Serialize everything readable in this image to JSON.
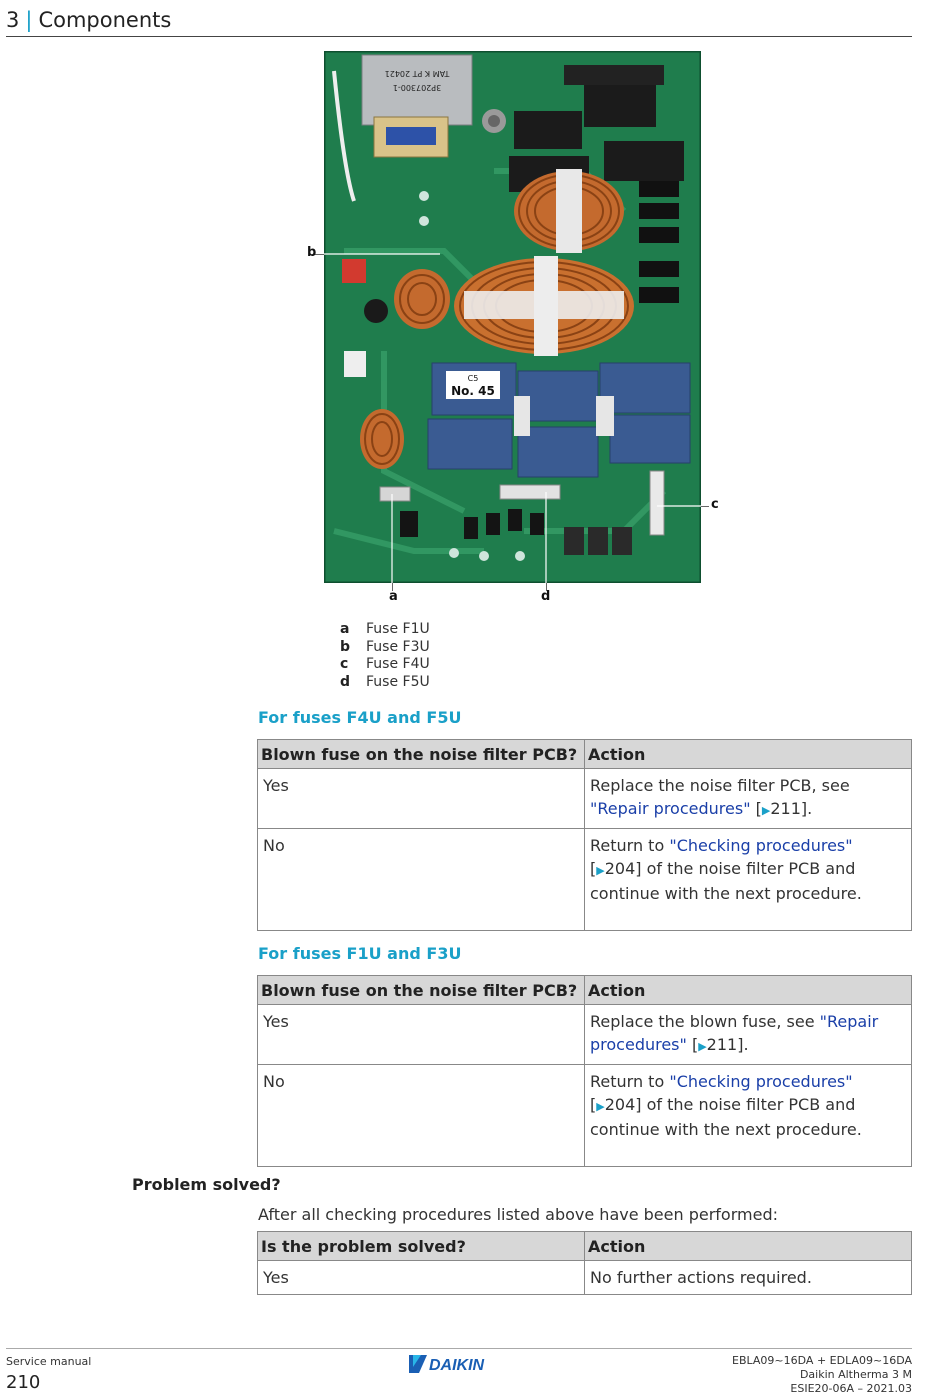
{
  "header": {
    "section_number": "3",
    "separator": "|",
    "section_title": "Components"
  },
  "photo": {
    "callouts": {
      "a": "a",
      "b": "b",
      "c": "c",
      "d": "d"
    },
    "printed_text": {
      "transformer_line1": "TAM K PT 20421",
      "transformer_line2": "3P207300-1",
      "cap_label1": "C5",
      "cap_label2": "No. 45"
    }
  },
  "legend": [
    {
      "key": "a",
      "label": "Fuse F1U"
    },
    {
      "key": "b",
      "label": "Fuse F3U"
    },
    {
      "key": "c",
      "label": "Fuse F4U"
    },
    {
      "key": "d",
      "label": "Fuse F5U"
    }
  ],
  "section1": {
    "title": "For fuses F4U and F5U",
    "col1": "Blown fuse on the noise filter PCB?",
    "col2": "Action",
    "row1": {
      "q": "Yes",
      "pre": "Replace the noise filter PCB, see ",
      "link": "\"Repair procedures\"",
      "ref_open": " [",
      "page": "211",
      "post": "]."
    },
    "row2": {
      "q": "No",
      "pre": "Return to ",
      "link": "\"Checking procedures\"",
      "ref_open": " [",
      "page": "204",
      "post": "] of the noise filter PCB and continue with the next procedure."
    }
  },
  "section2": {
    "title": "For fuses F1U and F3U",
    "col1": "Blown fuse on the noise filter PCB?",
    "col2": "Action",
    "row1": {
      "q": "Yes",
      "pre": "Replace the blown fuse, see ",
      "link": "\"Repair procedures\"",
      "ref_open": " [",
      "page": "211",
      "post": "]."
    },
    "row2": {
      "q": "No",
      "pre": "Return to ",
      "link": "\"Checking procedures\"",
      "ref_open": " [",
      "page": "204",
      "post": "] of the noise filter PCB and continue with the next procedure."
    }
  },
  "problem": {
    "title": "Problem solved?",
    "intro": "After all checking procedures listed above have been performed:",
    "col1": "Is the problem solved?",
    "col2": "Action",
    "row1": {
      "q": "Yes",
      "a": "No further actions required."
    }
  },
  "footer": {
    "doc_type": "Service manual",
    "page_number": "210",
    "brand": "DAIKIN",
    "models": "EBLA09~16DA + EDLA09~16DA",
    "product": "Daikin Altherma 3 M",
    "doc_ref": "ESIE20-06A – 2021.03"
  },
  "colors": {
    "accent": "#1aa0c8",
    "link": "#1a3fa8",
    "table_header": "#d7d7d7",
    "brand_blue": "#1a5fb4"
  }
}
